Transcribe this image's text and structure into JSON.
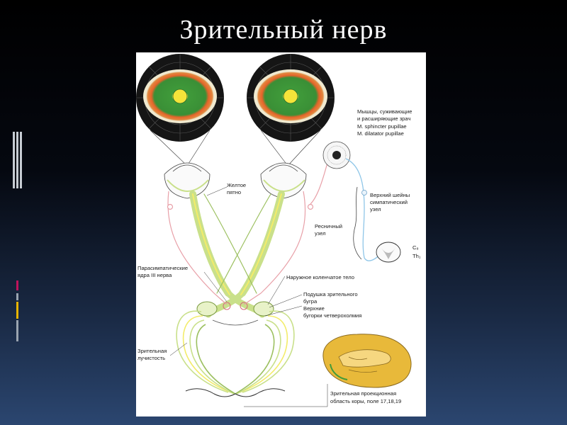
{
  "slide": {
    "title": "Зрительный нерв"
  },
  "diagram": {
    "labels": {
      "macula_1": "Желтое",
      "macula_2": "пятно",
      "muscles_1": "Мышцы, суживающие",
      "muscles_2": "и расширяющие зрач",
      "muscles_3": "M. sphincter pupillae",
      "muscles_4": "M. dilatator pupillae",
      "ganglion_1": "Верхний шейны",
      "ganglion_2": "симпатический",
      "ganglion_3": "узел",
      "ciliary_1": "Ресничный",
      "ciliary_2": "узел",
      "spinal_1": "C₈",
      "spinal_2": "Th₁",
      "parasym_1": "Парасимпатические",
      "parasym_2": "ядра III нерва",
      "lateral_body": "Наружное коленчатое тело",
      "pulvinar_1": "Подушка зрительного",
      "pulvinar_2": "бугра",
      "colliculi_1": "Верхние",
      "colliculi_2": "бугорки четверохолмия",
      "radiation_1": "Зрительная",
      "radiation_2": "лучистость",
      "cortex_1": "Зрительная проекционная",
      "cortex_2": "область коры, поле 17,18,19"
    }
  },
  "colors": {
    "background_top": "#000000",
    "background_bottom": "#2b4670",
    "nerve_green": "#c9e08a",
    "nerve_yellow": "#f3ec6a",
    "parasympathetic_pink": "#e8a0a8",
    "sympathetic_blue": "#8fc6e8",
    "brain_orange": "#e8b93a",
    "retina_green": "#3f9a3a",
    "retina_orange": "#e8642a",
    "bar_red": "#c0135c",
    "bar_yellow": "#e8b400",
    "bar_gray": "#9aa4b0"
  }
}
